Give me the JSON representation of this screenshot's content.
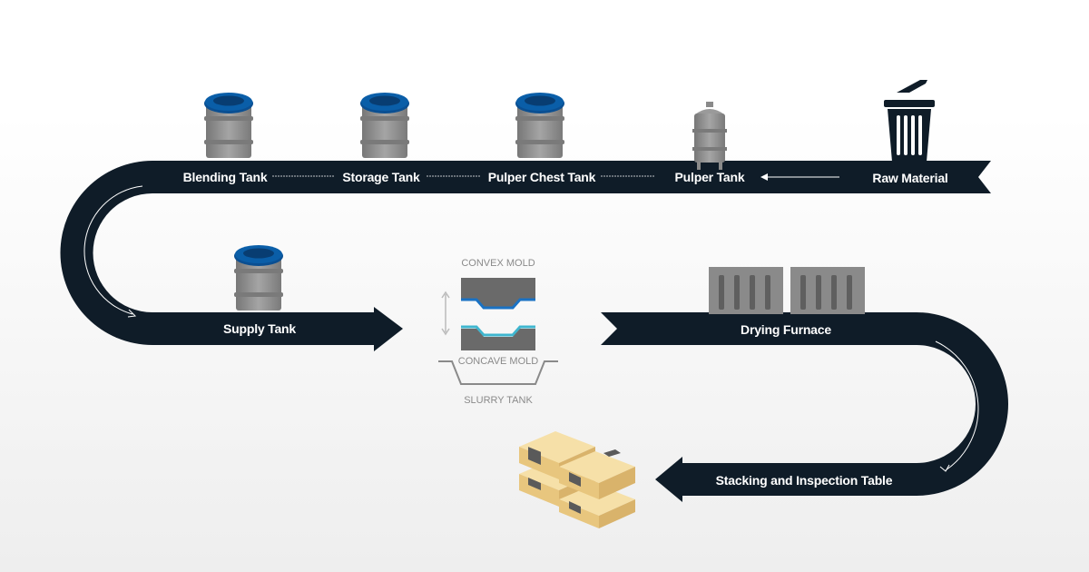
{
  "stations": {
    "raw_material": "Raw Material",
    "pulper_tank": "Pulper Tank",
    "pulper_chest_tank": "Pulper Chest Tank",
    "storage_tank": "Storage Tank",
    "blending_tank": "Blending Tank",
    "supply_tank": "Supply Tank",
    "drying_furnace": "Drying Furnace",
    "stacking_table": "Stacking and Inspection Table"
  },
  "mold": {
    "convex": "CONVEX MOLD",
    "concave": "CONCAVE MOLD",
    "slurry": "SLURRY TANK"
  },
  "colors": {
    "conveyor": "#0f1c28",
    "tank_body": "#8f8f8f",
    "tank_cap": "#0a5ea8",
    "mold_gray": "#6a6a6a",
    "mold_blue": "#1a72c4",
    "mold_cyan": "#3fb6cf",
    "box": "#f1d596",
    "furnace": "#8a8a8a"
  },
  "icons": [
    "trash-can-icon",
    "pulper-tank-icon",
    "drum-tank-icon",
    "mold-press-icon",
    "furnace-panel-icon",
    "box-stack-icon",
    "arrow-icon"
  ]
}
